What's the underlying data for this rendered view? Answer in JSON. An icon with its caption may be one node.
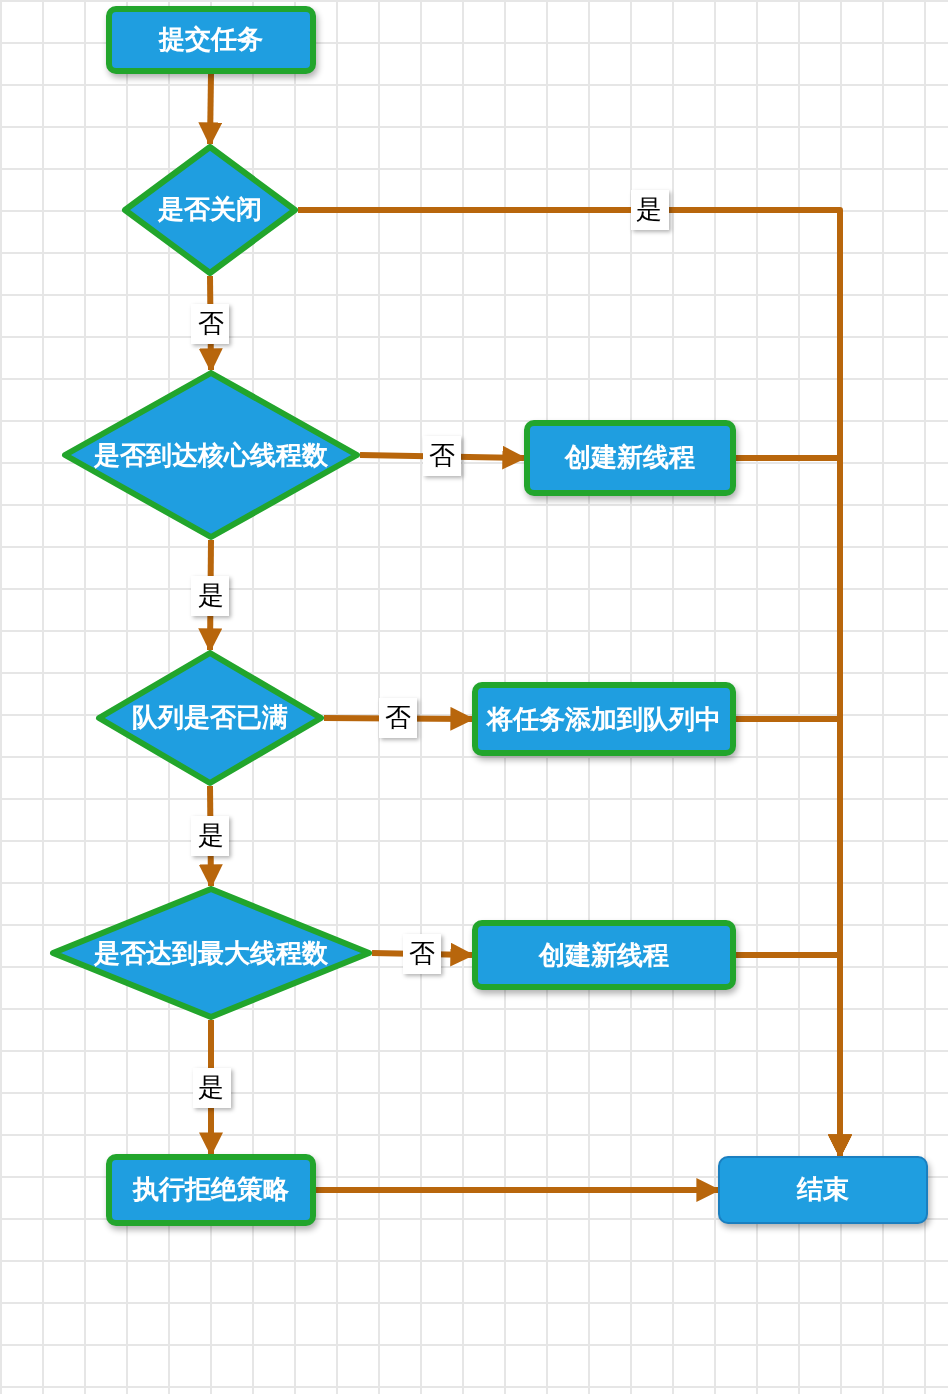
{
  "diagram": {
    "nodes": [
      {
        "text": [
          "提交任务"
        ]
      },
      {
        "text": [
          "是否关闭"
        ]
      },
      {
        "text": [
          "是否到达核心线程数"
        ]
      },
      {
        "text": [
          "创建新线程"
        ]
      },
      {
        "text": [
          "队列是否已满"
        ]
      },
      {
        "text": [
          "将任务添加到队列中"
        ]
      },
      {
        "text": [
          "是否达到最大线程数"
        ]
      },
      {
        "text": [
          "创建新线程"
        ]
      },
      {
        "text": [
          "执行拒绝策略"
        ]
      },
      {
        "text": [
          "结束"
        ]
      }
    ],
    "edges": [
      {
        "from": 0,
        "to": 1,
        "arrow": "to"
      },
      {
        "from": 1,
        "to": 9,
        "arrow": "to",
        "label": "是"
      },
      {
        "from": 1,
        "to": 2,
        "arrow": "to",
        "label": "否"
      },
      {
        "from": 2,
        "to": 3,
        "arrow": "to",
        "label": "否"
      },
      {
        "from": 3,
        "to": 9,
        "arrow": "to"
      },
      {
        "from": 2,
        "to": 4,
        "arrow": "to",
        "label": "是"
      },
      {
        "from": 4,
        "to": 5,
        "arrow": "to",
        "label": "否"
      },
      {
        "from": 5,
        "to": 9,
        "arrow": "to"
      },
      {
        "from": 4,
        "to": 6,
        "arrow": "to",
        "label": "是"
      },
      {
        "from": 6,
        "to": 7,
        "arrow": "to",
        "label": "否"
      },
      {
        "from": 7,
        "to": 9,
        "arrow": "to"
      },
      {
        "from": 6,
        "to": 8,
        "arrow": "to",
        "label": "是"
      },
      {
        "from": 8,
        "to": 9,
        "arrow": "to"
      }
    ]
  }
}
